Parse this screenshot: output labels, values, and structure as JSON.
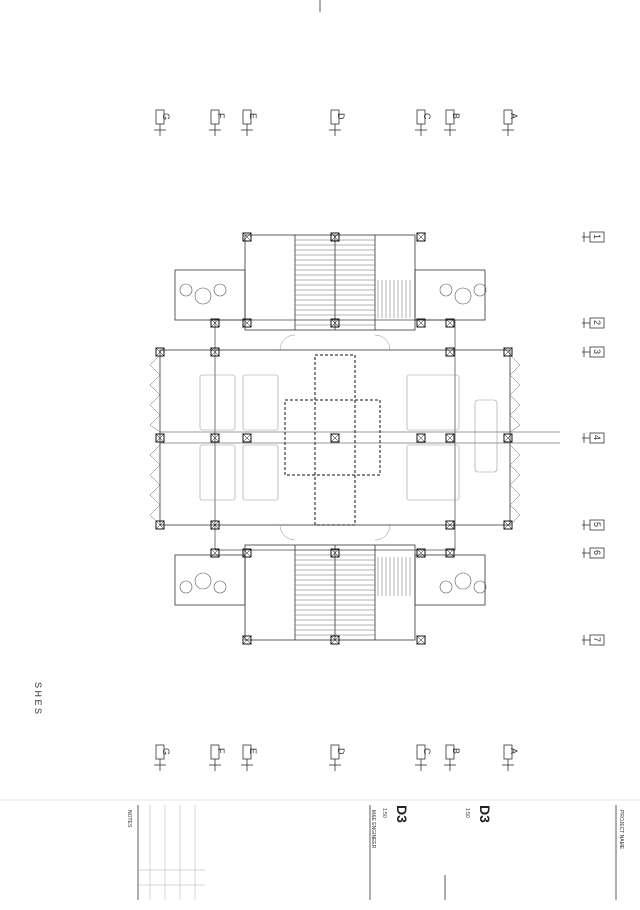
{
  "grid": {
    "columns": [
      "G",
      "F",
      "E",
      "D",
      "C",
      "B",
      "A"
    ],
    "rows": [
      "1",
      "2",
      "3",
      "4",
      "5",
      "6",
      "7"
    ]
  },
  "side_note": "S H E S",
  "title_block": {
    "project_label": "PROJECT NAME",
    "engineer_label": "M&E ENGINEER",
    "notes_label": "NOTES",
    "sheet_code": "D3",
    "sheet_code_2": "D3",
    "scale_text": "1:50",
    "scale_text_2": "1:50"
  },
  "colors": {
    "line": "#333333",
    "light_line": "#9a9a9a",
    "dashed": "#111111"
  }
}
